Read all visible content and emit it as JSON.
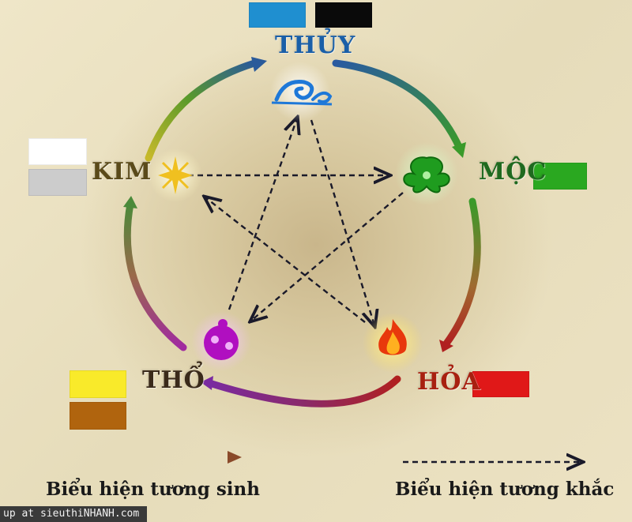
{
  "elements": {
    "thuy": {
      "label": "THỦY",
      "colors": [
        "#1f8fd0",
        "#0a0a0a"
      ]
    },
    "moc": {
      "label": "MỘC",
      "colors": [
        "#2aa820"
      ]
    },
    "hoa": {
      "label": "HỎA",
      "colors": [
        "#e01818"
      ]
    },
    "tho": {
      "label": "THỔ",
      "colors": [
        "#f9ea2a",
        "#b0640e"
      ]
    },
    "kim": {
      "label": "KIM",
      "colors": [
        "#ffffff",
        "#cccccc"
      ]
    }
  },
  "legend": {
    "sinh_label": "Biểu hiện tương sinh",
    "khac_label": "Biểu hiện tương khắc"
  },
  "footer": {
    "text": "up at sieuthiNHANH.com"
  }
}
